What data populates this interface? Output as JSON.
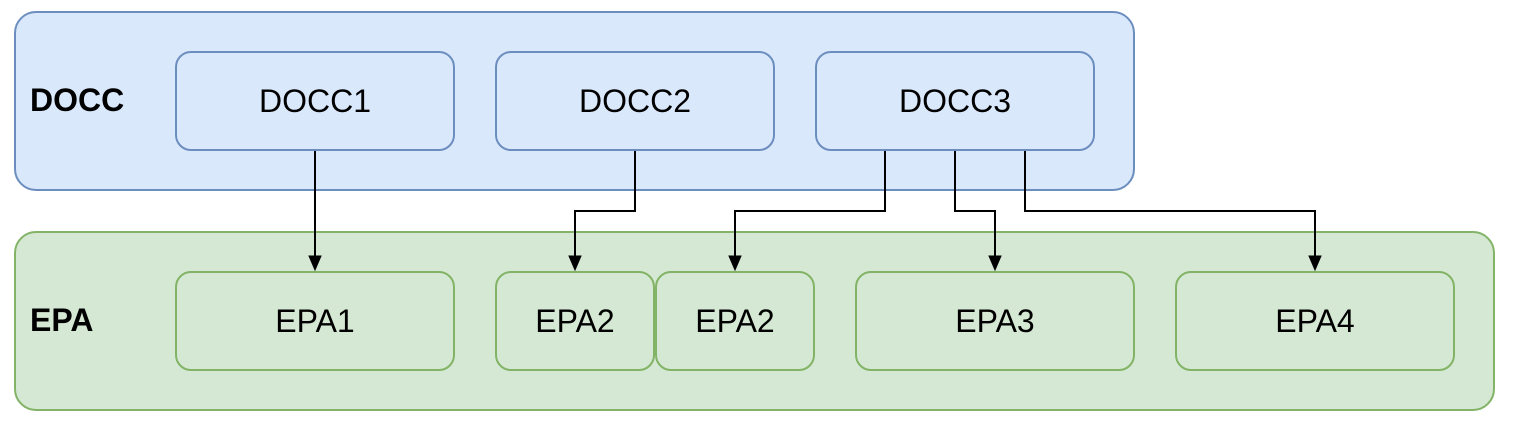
{
  "groups": {
    "docc": {
      "label": "DOCC"
    },
    "epa": {
      "label": "EPA"
    }
  },
  "docc_nodes": [
    "DOCC1",
    "DOCC2",
    "DOCC3"
  ],
  "epa_nodes": [
    "EPA1",
    "EPA2",
    "EPA2",
    "EPA3",
    "EPA4"
  ],
  "colors": {
    "docc_fill": "#dae8fc",
    "docc_stroke": "#6c8ebf",
    "epa_fill": "#d5e8d4",
    "epa_stroke": "#82b366",
    "edge": "#000000"
  },
  "edges": [
    {
      "from": "DOCC1",
      "to": "EPA1"
    },
    {
      "from": "DOCC2",
      "to": "EPA2"
    },
    {
      "from": "DOCC3",
      "to": "EPA2"
    },
    {
      "from": "DOCC3",
      "to": "EPA3"
    },
    {
      "from": "DOCC3",
      "to": "EPA4"
    }
  ]
}
